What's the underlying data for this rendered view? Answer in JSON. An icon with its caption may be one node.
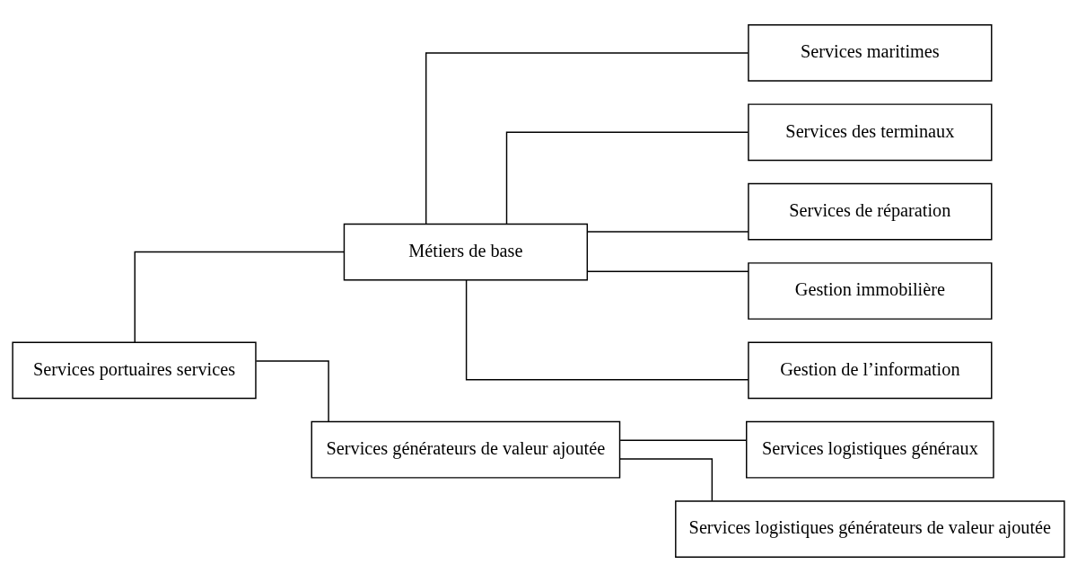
{
  "diagram": {
    "nodes": [
      {
        "text": [
          "Services portuaires services"
        ]
      },
      {
        "text": [
          "Métiers de base"
        ]
      },
      {
        "text": [
          "Services générateurs de valeur ajoutée"
        ]
      },
      {
        "text": [
          "Services maritimes"
        ]
      },
      {
        "text": [
          "Services des terminaux"
        ]
      },
      {
        "text": [
          "Services de réparation"
        ]
      },
      {
        "text": [
          "Gestion immobilière"
        ]
      },
      {
        "text": [
          "Gestion de l’information"
        ]
      },
      {
        "text": [
          "Services logistiques généraux"
        ]
      },
      {
        "text": [
          "Services logistiques générateurs de valeur ajoutée"
        ]
      }
    ],
    "edges": [
      {
        "from": 0,
        "to": 1,
        "arrow": "none"
      },
      {
        "from": 0,
        "to": 2,
        "arrow": "none"
      },
      {
        "from": 1,
        "to": 3,
        "arrow": "none"
      },
      {
        "from": 1,
        "to": 4,
        "arrow": "none"
      },
      {
        "from": 1,
        "to": 5,
        "arrow": "none"
      },
      {
        "from": 1,
        "to": 6,
        "arrow": "none"
      },
      {
        "from": 1,
        "to": 7,
        "arrow": "none"
      },
      {
        "from": 2,
        "to": 8,
        "arrow": "none"
      },
      {
        "from": 2,
        "to": 9,
        "arrow": "none"
      }
    ]
  }
}
